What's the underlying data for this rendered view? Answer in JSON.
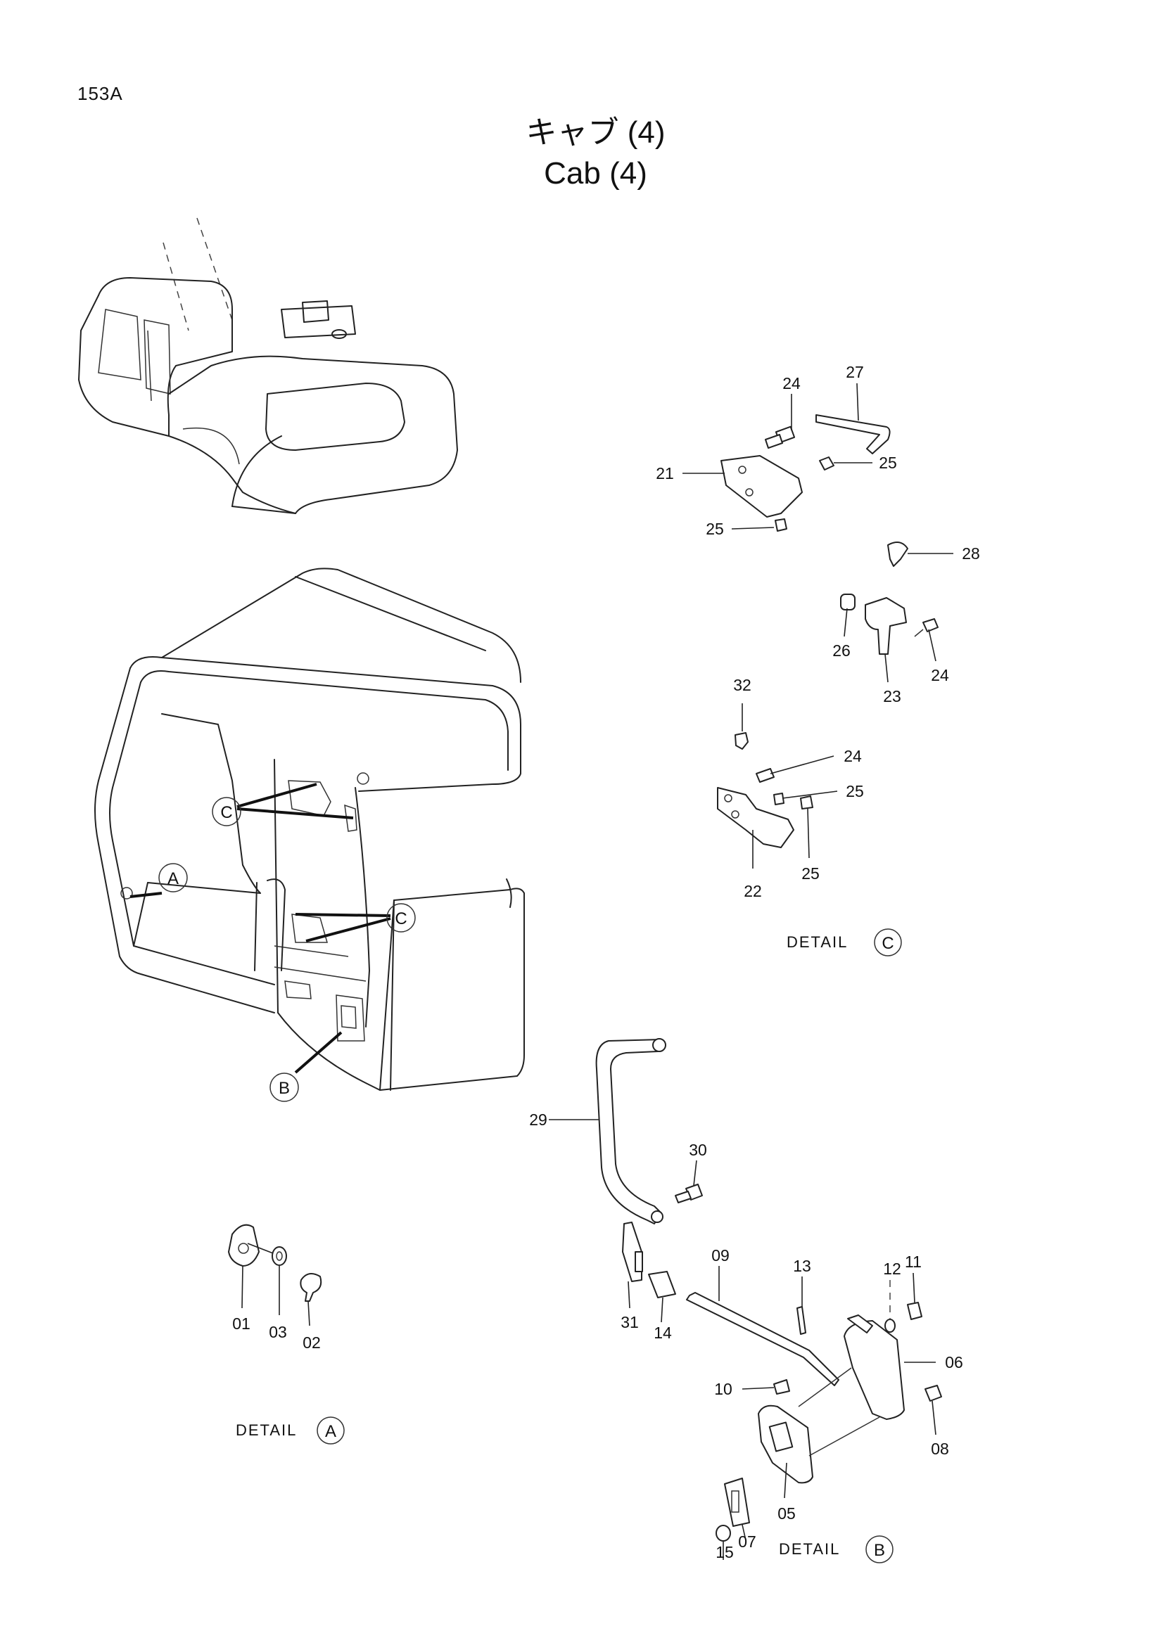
{
  "page_id": "153A",
  "title_jp": "キャブ (4)",
  "title_en": "Cab (4)",
  "detail_word": "DETAIL",
  "views": {
    "A": "A",
    "B": "B",
    "C": "C"
  },
  "callouts": {
    "p01": "01",
    "p02": "02",
    "p03": "03",
    "p05": "05",
    "p06": "06",
    "p07": "07",
    "p08": "08",
    "p09": "09",
    "p10": "10",
    "p11": "11",
    "p12": "12",
    "p13": "13",
    "p14": "14",
    "p15": "15",
    "p21": "21",
    "p22": "22",
    "p23": "23",
    "p24a": "24",
    "p24b": "24",
    "p24c": "24",
    "p25a": "25",
    "p25b": "25",
    "p25c": "25",
    "p25d": "25",
    "p26": "26",
    "p27": "27",
    "p28": "28",
    "p29": "29",
    "p30": "30",
    "p31": "31",
    "p32": "32"
  }
}
